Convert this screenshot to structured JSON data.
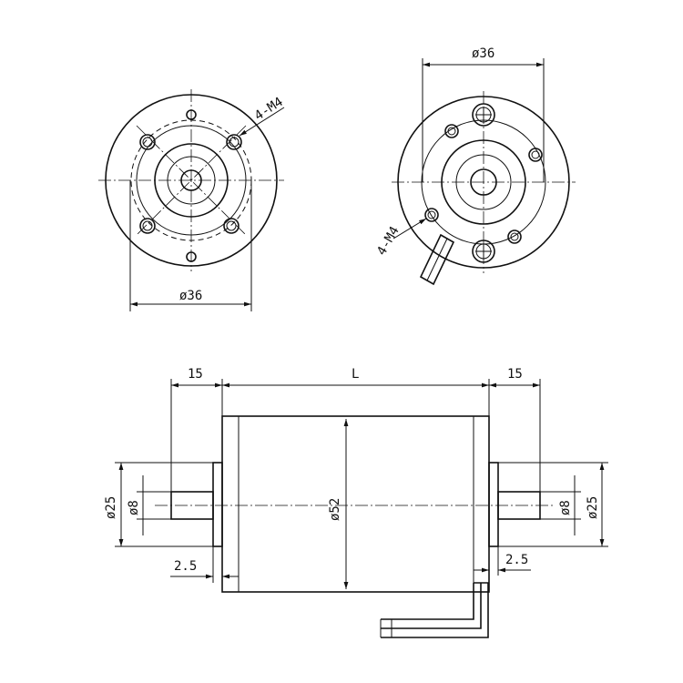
{
  "front_view": {
    "diameter_label": "ø36",
    "hole_label": "4-M4"
  },
  "rear_view": {
    "diameter_label": "ø36",
    "hole_label": "4-M4"
  },
  "side_view": {
    "shaft_length_left": "15",
    "body_length": "L",
    "shaft_length_right": "15",
    "boss_diameter_left": "ø25",
    "shaft_diameter_left": "ø8",
    "body_diameter": "ø52",
    "shaft_diameter_right": "ø8",
    "boss_diameter_right": "ø25",
    "boss_thickness_left": "2.5",
    "boss_thickness_right": "2.5"
  }
}
